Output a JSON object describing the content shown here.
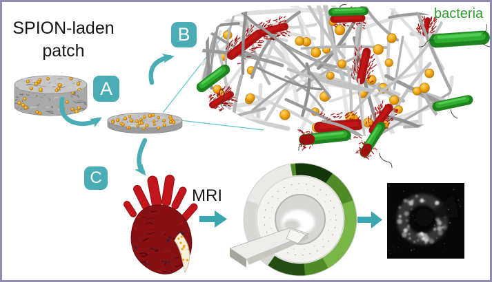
{
  "figure": {
    "title": "SPION-laden patch",
    "badges": {
      "a": "A",
      "b": "B",
      "c": "C"
    },
    "bacteria_label": "bacteria",
    "mri_label": "MRI",
    "colors": {
      "accent_teal": "#4aacb4",
      "callout_line": "#5fc4cc",
      "block_arrow": "#3ba5b0",
      "frame_border": "#908aad",
      "bacteria_text_green": "#2f9e2f",
      "spion_orange": "#f0a30a",
      "fiber_gray": "#b8b8b8",
      "bacteria_red": "#a81212",
      "bacteria_green": "#2ca02c",
      "heart_red": "#871013",
      "scanner_green": "#4f8c27",
      "mri_scan_background": "#070707"
    },
    "illustrations": [
      "spion-patch-cylinder",
      "spion-patch-disc",
      "nanofiber-mesh-with-spions-and-bacteria",
      "green-bacterium",
      "red-fimbriated-bacterium",
      "heart-with-patch",
      "mri-scanner",
      "mri-scan-image"
    ]
  }
}
